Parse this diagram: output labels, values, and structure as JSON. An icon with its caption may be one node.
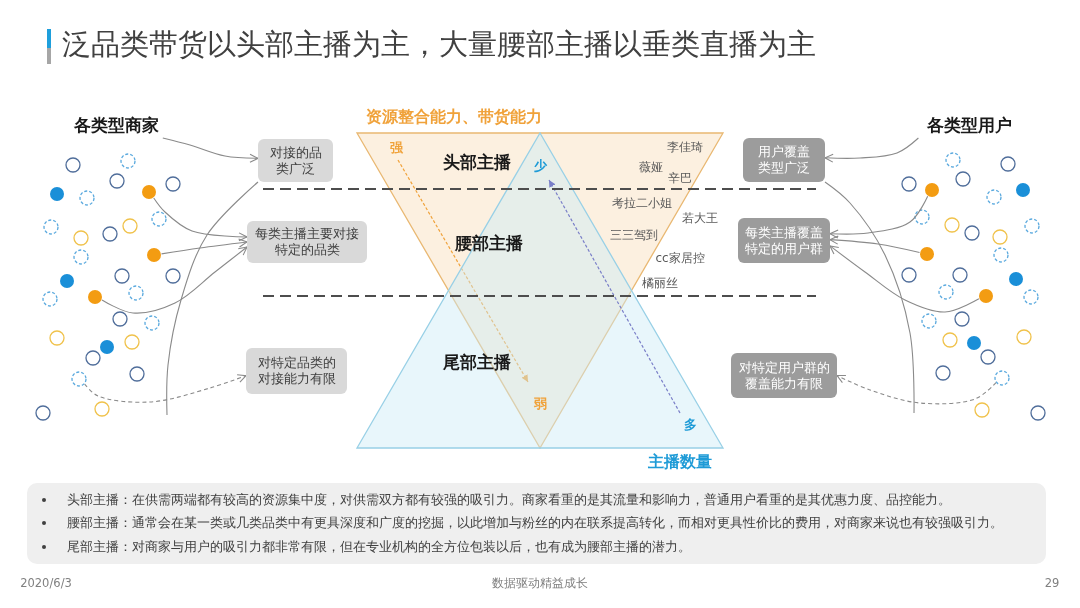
{
  "diagram": {
    "title": "泛品类带货以头部主播为主，大量腰部主播以垂类直播为主",
    "nodes": [
      {
        "text": [
          "各类型商家"
        ]
      },
      {
        "text": [
          "对接的品类广泛"
        ]
      },
      {
        "text": [
          "每类主播主要对接特定的品类"
        ]
      },
      {
        "text": [
          "对特定品类的对接能力有限"
        ]
      },
      {
        "text": [],
        "shape": "circle"
      },
      {
        "text": [],
        "shape": "circle"
      },
      {
        "text": [],
        "shape": "circle"
      },
      {
        "text": [],
        "shape": "circle"
      },
      {
        "text": [
          "资源整合能力、带货能力"
        ]
      },
      {
        "text": [
          "主播数量"
        ]
      },
      {
        "text": [
          "各类型用户"
        ]
      },
      {
        "text": [
          "用户覆盖类型广泛"
        ]
      },
      {
        "text": [
          "每类主播覆盖特定的用户群"
        ]
      },
      {
        "text": [
          "对特定用户群的覆盖能力有限"
        ]
      },
      {
        "text": [],
        "shape": "circle"
      },
      {
        "text": [],
        "shape": "circle"
      },
      {
        "text": [],
        "shape": "circle"
      },
      {
        "text": [],
        "shape": "circle"
      },
      {
        "text": [
          "头部主播：在供需两端都有较高的资源集中度，对供需双方都有较强的吸引力。商家看重的是其流量和影响力，普通用户看重的是其优惠力度、品控能力。",
          "腰部主播：通常会在某一类或几类品类中有更具深度和广度的挖掘，以此增加与粉丝的内在联系提高转化，而相对更具性价比的费用，对商家来说也有较强吸引力。",
          "尾部主播：对商家与用户的吸引力都非常有限，但在专业机构的全方位包装以后，也有成为腰部主播的潜力。"
        ]
      }
    ],
    "edges": [
      {
        "from": 0,
        "to": 1,
        "arrow": "to"
      },
      {
        "from": null,
        "to": 1,
        "arrow": "none"
      },
      {
        "from": 4,
        "to": 2,
        "arrow": "to"
      },
      {
        "from": 5,
        "to": 2,
        "arrow": "to"
      },
      {
        "from": 6,
        "to": 2,
        "arrow": "to"
      },
      {
        "from": 7,
        "to": 3,
        "arrow": "to",
        "style": "dashed"
      },
      {
        "from": 10,
        "to": 11,
        "arrow": "to"
      },
      {
        "from": null,
        "to": 11,
        "arrow": "none"
      },
      {
        "from": 14,
        "to": 12,
        "arrow": "to"
      },
      {
        "from": 15,
        "to": 12,
        "arrow": "to"
      },
      {
        "from": 16,
        "to": 12,
        "arrow": "to"
      },
      {
        "from": 17,
        "to": 13,
        "arrow": "to",
        "style": "dashed"
      }
    ],
    "labels": [
      "强",
      "头部主播",
      "少",
      "李佳琦",
      "薇娅",
      "辛巴",
      "考拉二小姐",
      "若大王",
      "腰部主播",
      "三三驾到",
      "cc家居控",
      "橘丽丝",
      "尾部主播",
      "弱",
      "多",
      "2020/6/3",
      "数据驱动精益成长",
      "29"
    ]
  }
}
